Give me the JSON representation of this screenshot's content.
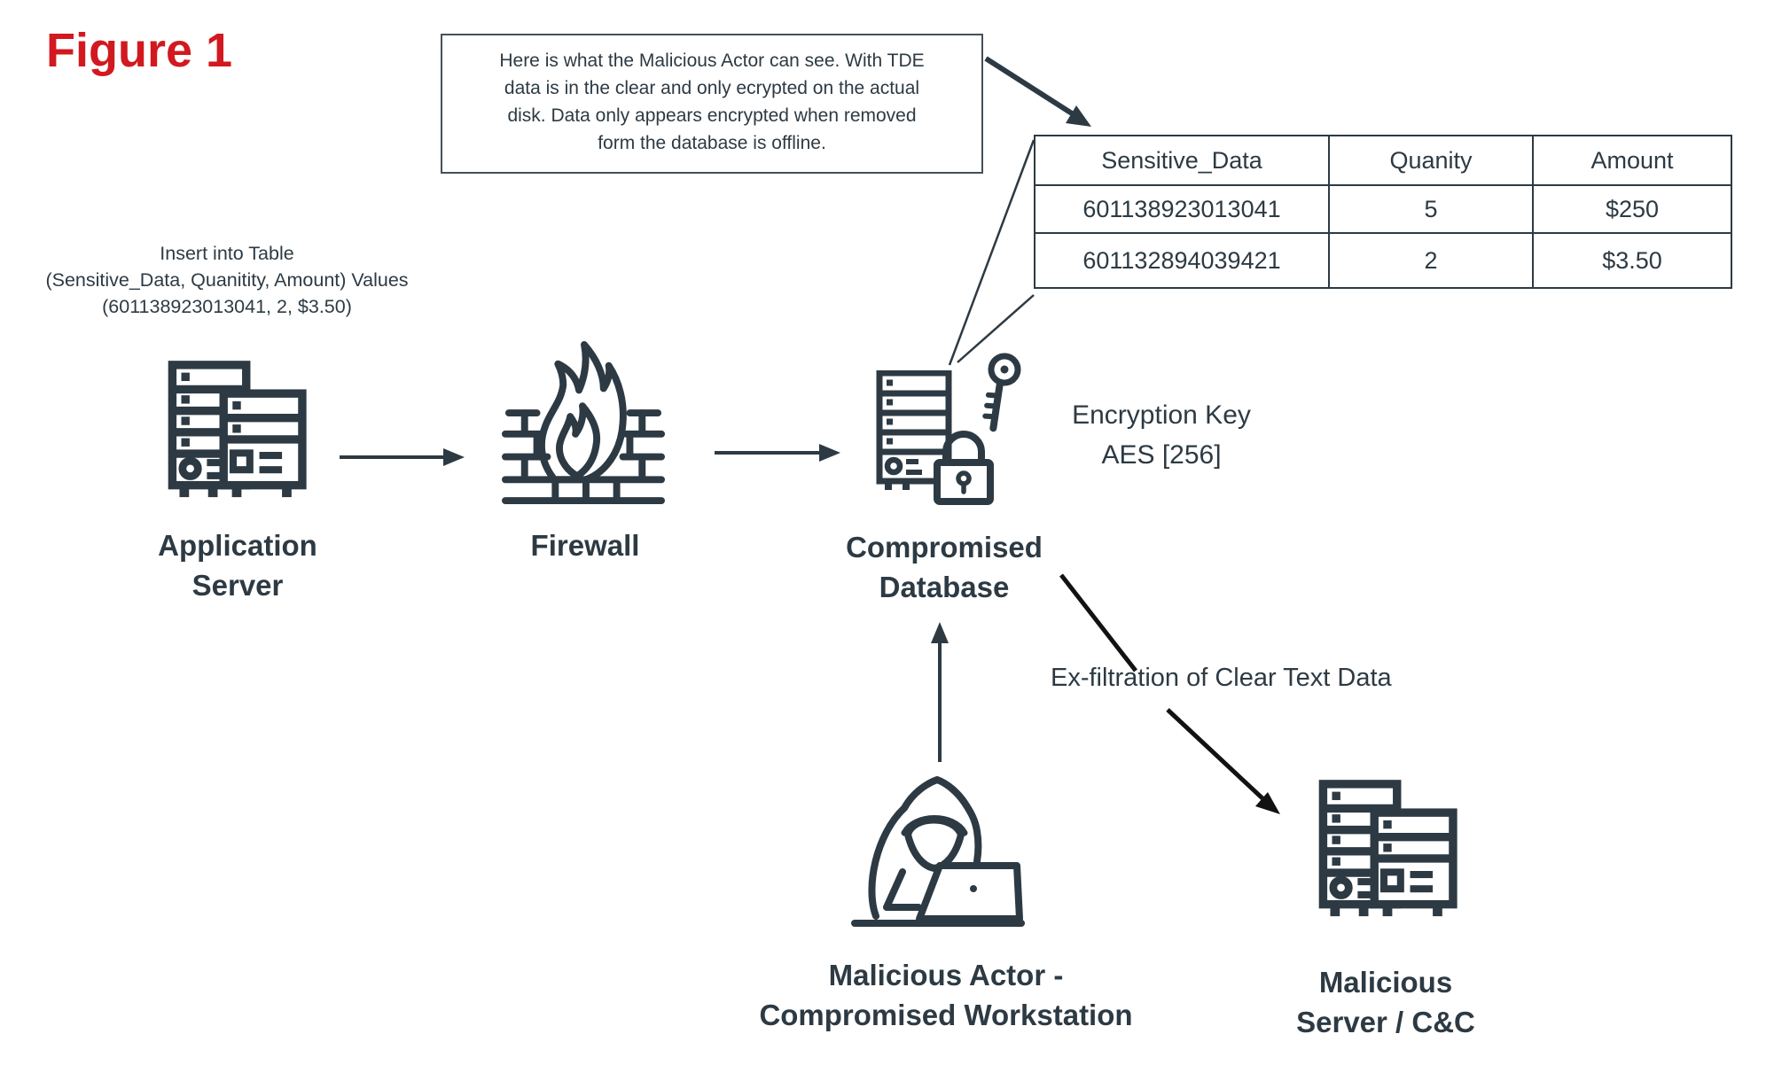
{
  "figure": {
    "title": "Figure 1"
  },
  "callout": {
    "text": "Here is what the Malicious Actor can see. With TDE\ndata is in the clear and only ecrypted on the actual\ndisk. Data only appears encrypted when removed\nform the database is offline."
  },
  "insert_note": {
    "text": "Insert into Table\n(Sensitive_Data, Quanitity, Amount) Values\n(601138923013041, 2, $3.50)"
  },
  "table": {
    "headers": [
      "Sensitive_Data",
      "Quanity",
      "Amount"
    ],
    "rows": [
      [
        "601138923013041",
        "5",
        "$250"
      ],
      [
        "601132894039421",
        "2",
        "$3.50"
      ]
    ]
  },
  "nodes": {
    "app_server": {
      "label": "Application\nServer"
    },
    "firewall": {
      "label": "Firewall"
    },
    "database": {
      "label": "Compromised\nDatabase"
    },
    "encryption_key": {
      "label": "Encryption Key\nAES [256]"
    },
    "actor": {
      "label": "Malicious Actor -\nCompromised Workstation"
    },
    "malicious_server": {
      "label": "Malicious\nServer / C&C"
    }
  },
  "annotations": {
    "exfiltration": "Ex-filtration of Clear Text Data"
  },
  "colors": {
    "accent_red": "#d2191f",
    "ink": "#2d3a43",
    "arrow_black": "#121212"
  }
}
